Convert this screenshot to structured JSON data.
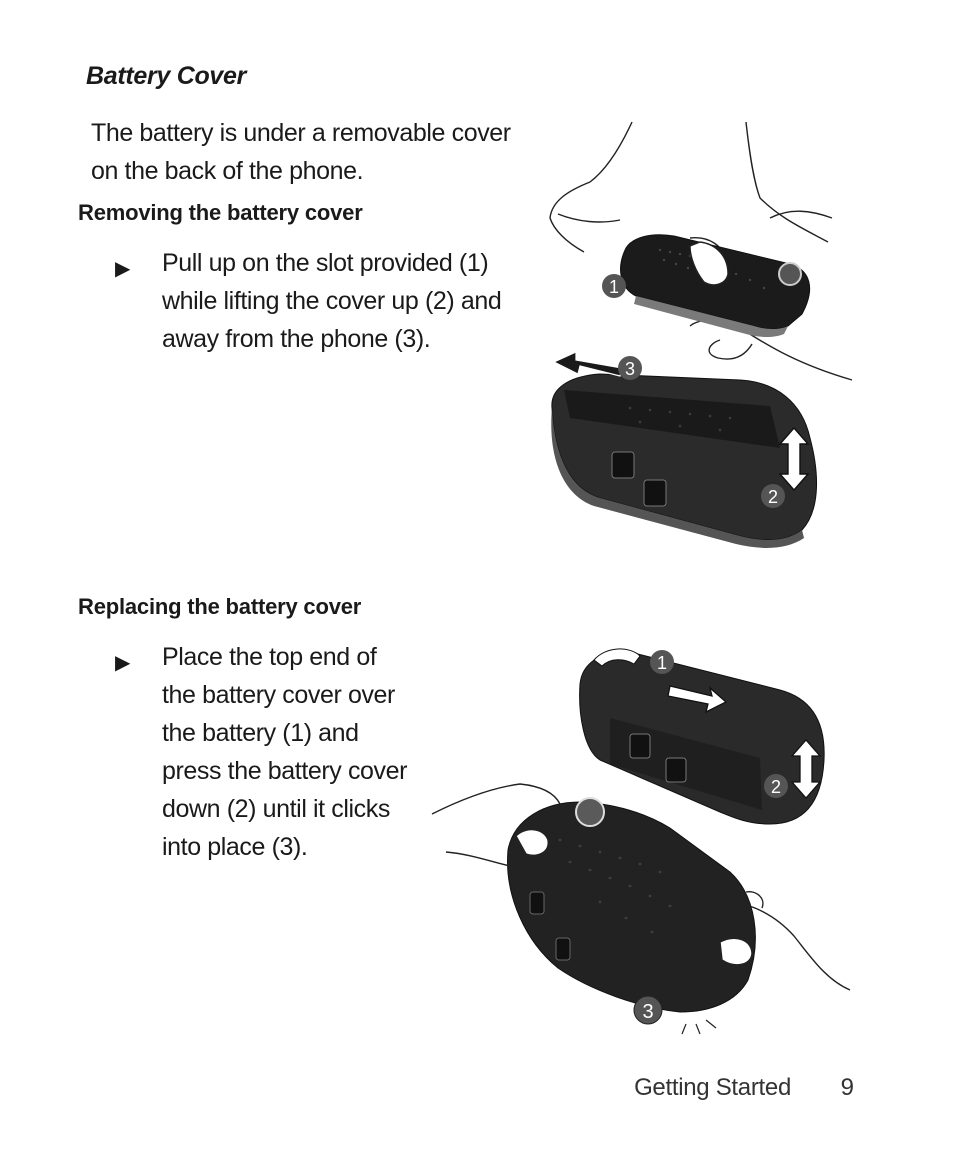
{
  "page": {
    "section_title": "Battery Cover",
    "intro": "The battery is under a removable cover on the back of the phone.",
    "removing": {
      "heading": "Removing the battery cover",
      "bullet": "▶",
      "step": "Pull up on the slot provided (1) while lifting the cover up (2) and away from the phone (3)."
    },
    "replacing": {
      "heading": "Replacing the battery cover",
      "bullet": "▶",
      "step": "Place the top end of the battery cover over the battery (1) and press the battery cover down (2) until it clicks into place (3)."
    },
    "figure_removing": {
      "callouts": [
        "1",
        "2",
        "3"
      ]
    },
    "figure_replacing": {
      "callouts": [
        "1",
        "2",
        "3"
      ]
    },
    "footer": {
      "section": "Getting Started",
      "page_number": "9"
    }
  }
}
